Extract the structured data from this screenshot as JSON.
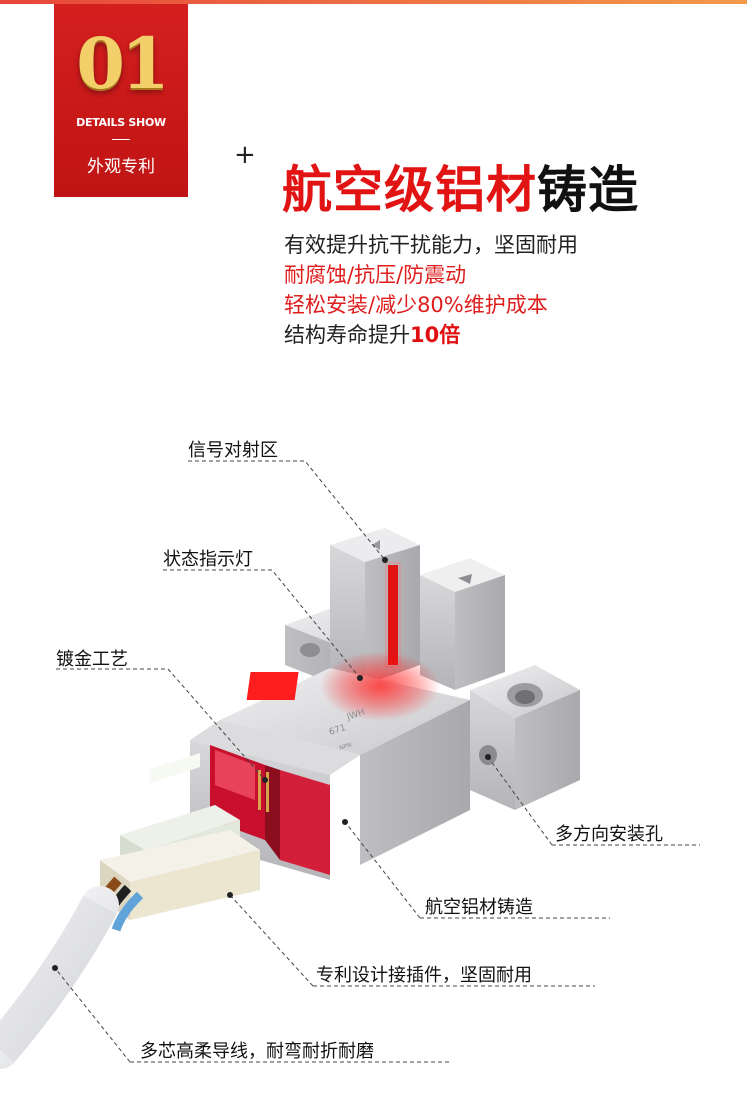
{
  "badge": {
    "number": "01",
    "subtitle": "DETAILS SHOW",
    "label": "外观专利"
  },
  "headline": {
    "plus": "+",
    "red_part": "航空级铝材",
    "black_part": "铸造"
  },
  "features": {
    "line1": "有效提升抗干扰能力，坚固耐用",
    "line2": "耐腐蚀/抗压/防震动",
    "line3": "轻松安装/减少80%维护成本",
    "line4_prefix": "结构寿命提升",
    "line4_emphasis": "10倍"
  },
  "callouts": {
    "signal_zone": "信号对射区",
    "status_light": "状态指示灯",
    "gold_plating": "镀金工艺",
    "mount_holes": "多方向安装孔",
    "aluminum_cast": "航空铝材铸造",
    "connector": "专利设计接插件，坚固耐用",
    "cable": "多芯高柔导线，耐弯耐折耐磨"
  },
  "product": {
    "engraving_1": "JWH",
    "engraving_2": "671",
    "engraving_3": "NPN"
  },
  "colors": {
    "brand_red": "#d41f1f",
    "accent_red": "#e21313",
    "gold": "#f3cf6a",
    "aluminum": "#c8c8ca"
  }
}
